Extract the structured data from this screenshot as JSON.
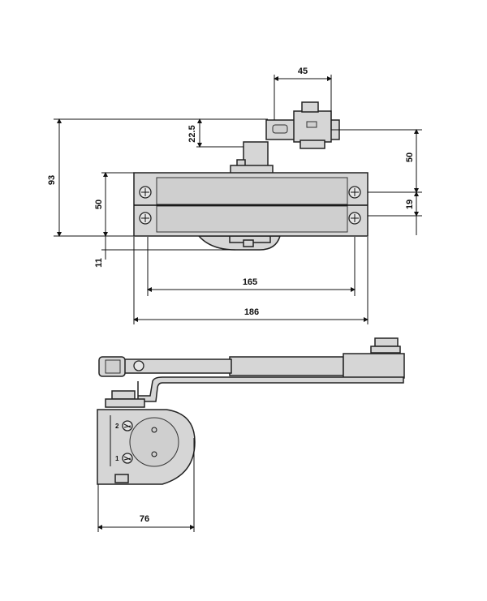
{
  "drawing": {
    "top_view": {
      "dimensions": {
        "bracket_width": "45",
        "bracket_offset": "22.5",
        "total_height": "93",
        "body_height": "50",
        "bottom_offset": "11",
        "arm_to_axis": "50",
        "screw_spacing": "19",
        "screw_hole_distance": "165",
        "body_length": "186"
      }
    },
    "side_view": {
      "dimensions": {
        "depth": "76"
      },
      "screw_labels": [
        "2",
        "1"
      ]
    }
  }
}
